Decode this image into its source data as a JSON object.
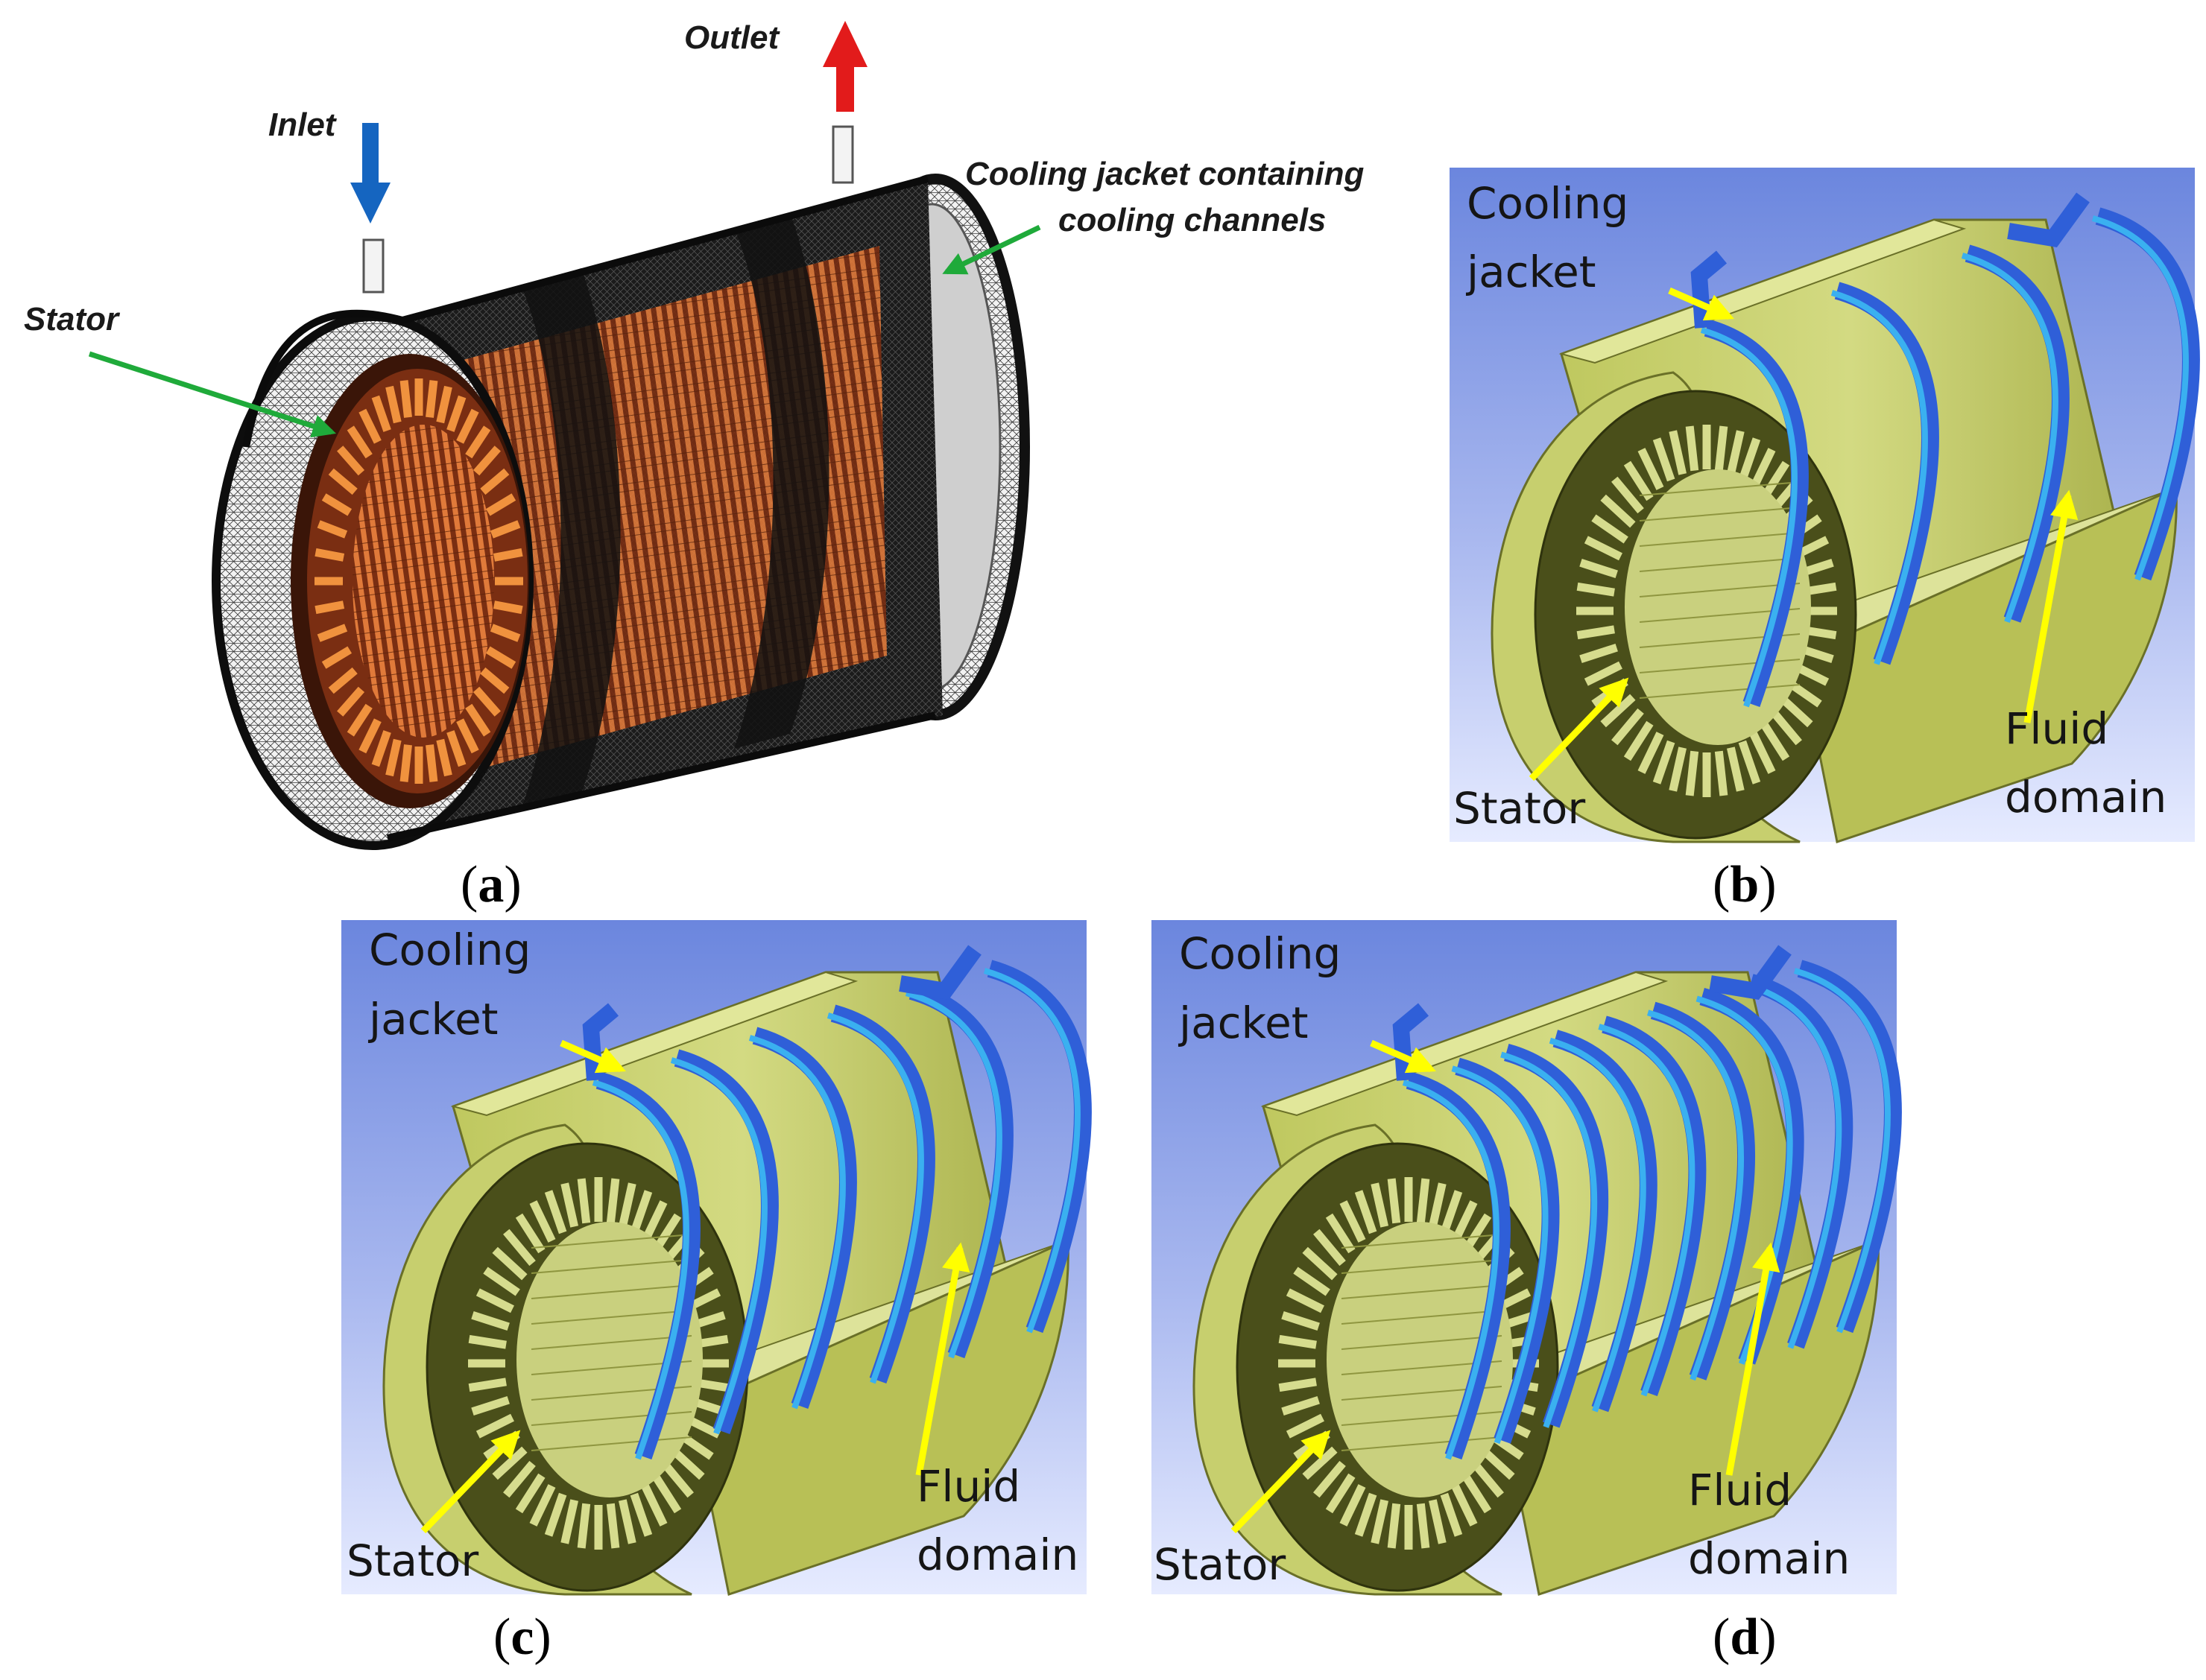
{
  "panel_a": {
    "inlet": "Inlet",
    "outlet": "Outlet",
    "stator": "Stator",
    "jacket_line1": "Cooling jacket containing",
    "jacket_line2": "cooling channels"
  },
  "panel_b": {
    "jacket_line1": "Cooling",
    "jacket_line2": "jacket",
    "stator": "Stator",
    "fluid_line1": "Fluid",
    "fluid_line2": "domain"
  },
  "panel_c": {
    "jacket_line1": "Cooling",
    "jacket_line2": "jacket",
    "stator": "Stator",
    "fluid_line1": "Fluid",
    "fluid_line2": "domain"
  },
  "panel_d": {
    "jacket_line1": "Cooling",
    "jacket_line2": "jacket",
    "stator": "Stator",
    "fluid_line1": "Fluid",
    "fluid_line2": "domain"
  },
  "captions": {
    "a": {
      "open": "(",
      "letter": "a",
      "close": ")"
    },
    "b": {
      "open": "(",
      "letter": "b",
      "close": ")"
    },
    "c": {
      "open": "(",
      "letter": "c",
      "close": ")"
    },
    "d": {
      "open": "(",
      "letter": "d",
      "close": ")"
    }
  },
  "colors": {
    "jacket_green": "#c7cf6e",
    "jacket_dark": "#4a4f1a",
    "channel_blue": "#2f5fd8",
    "channel_light": "#3ab0f0",
    "mesh": "#222222",
    "stator_copper": "#c8622a",
    "arrow_yellow": "#ffff00",
    "arrow_green": "#1faa3a",
    "inlet_blue": "#1565c0",
    "outlet_red": "#e21b1b"
  },
  "channel_counts": {
    "b": 4,
    "c": 6,
    "d": 9
  }
}
